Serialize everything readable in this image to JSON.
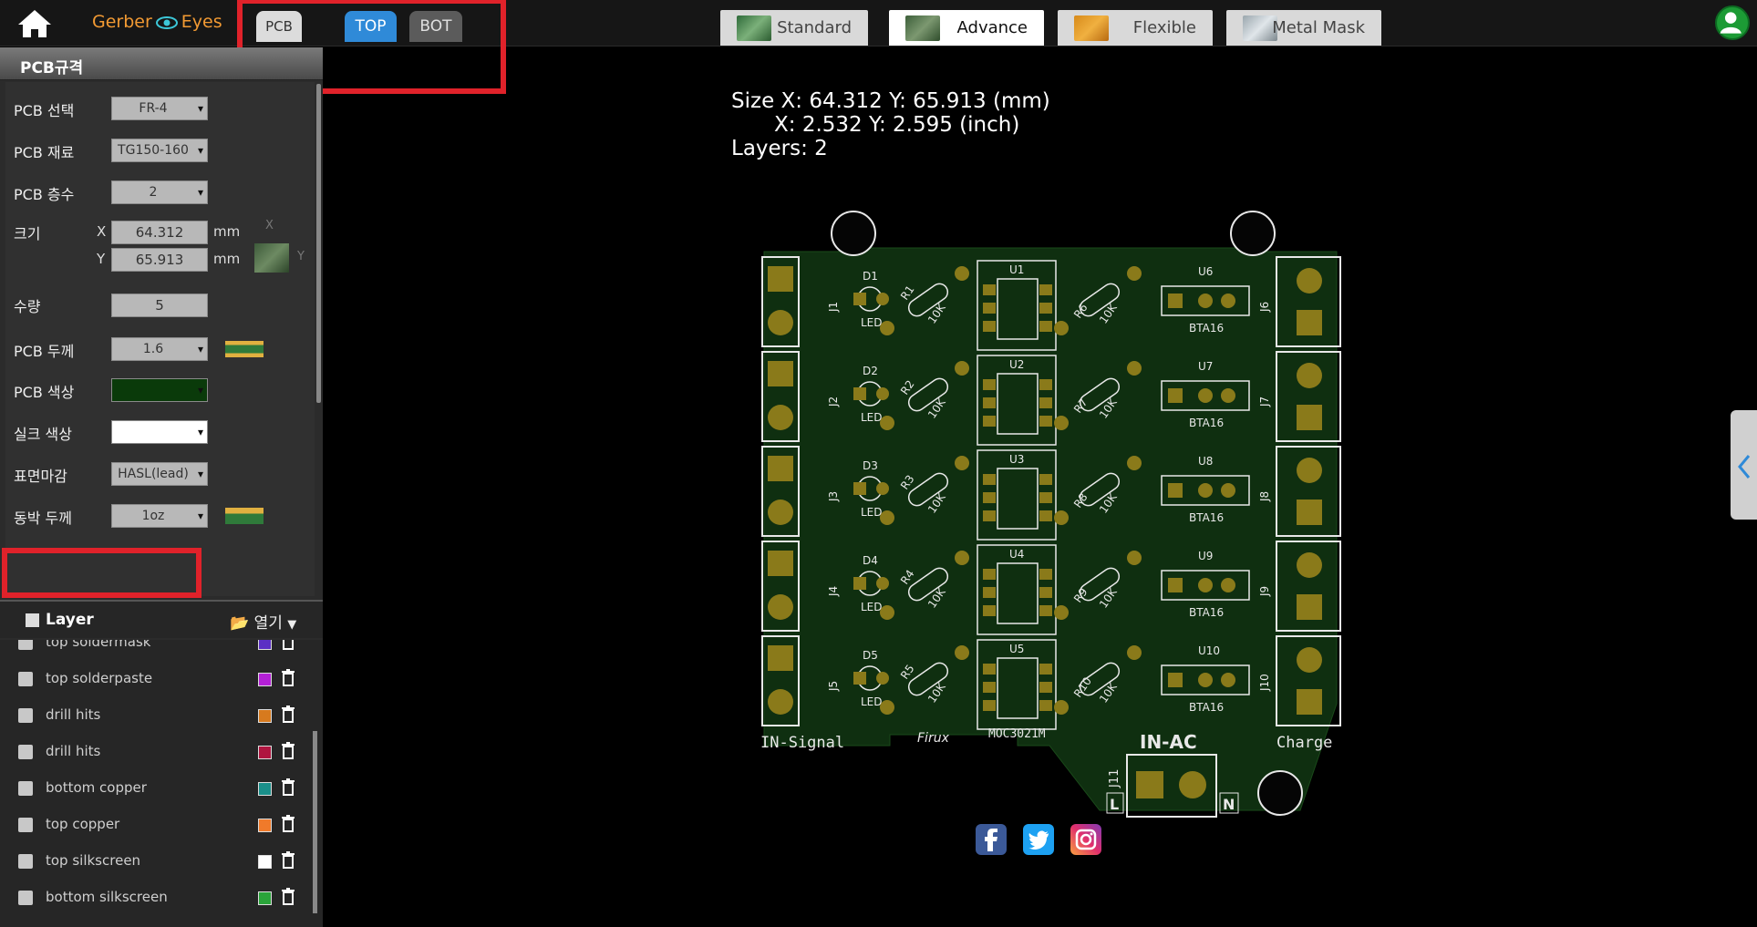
{
  "brand": {
    "text_left": "Gerber",
    "text_right": "Eyes"
  },
  "view_tabs": [
    {
      "label": "PCB"
    },
    {
      "label": "TOP"
    },
    {
      "label": "BOT"
    }
  ],
  "product_tabs": [
    {
      "label": "Standard"
    },
    {
      "label": "Advance"
    },
    {
      "label": "Flexible"
    },
    {
      "label": "Metal Mask"
    }
  ],
  "sidebar": {
    "title": "PCB규격",
    "rows": {
      "pcb_select": {
        "label": "PCB 선택",
        "value": "FR-4"
      },
      "pcb_material": {
        "label": "PCB 재료",
        "value": "TG150-160"
      },
      "pcb_layers": {
        "label": "PCB 층수",
        "value": "2"
      },
      "size": {
        "label": "크기",
        "x_label": "X",
        "y_label": "Y",
        "x_value": "64.312",
        "y_value": "65.913",
        "unit": "mm"
      },
      "quantity": {
        "label": "수량",
        "value": "5"
      },
      "thickness": {
        "label": "PCB 두께",
        "value": "1.6"
      },
      "pcb_color": {
        "label": "PCB 색상",
        "value": ""
      },
      "silk_color": {
        "label": "실크 색상",
        "value": ""
      },
      "surface": {
        "label": "표면마감",
        "value": "HASL(lead)"
      },
      "copper": {
        "label": "동박 두께",
        "value": "1oz"
      }
    },
    "layer_panel": {
      "title": "Layer",
      "open_label": "열기",
      "layers": [
        {
          "name": "top soldermask",
          "color": "#5b2fc4"
        },
        {
          "name": "top solderpaste",
          "color": "#b420d6"
        },
        {
          "name": "drill hits",
          "color": "#d77a1e"
        },
        {
          "name": "drill hits",
          "color": "#b01540"
        },
        {
          "name": "bottom copper",
          "color": "#1a8f8a"
        },
        {
          "name": "top copper",
          "color": "#f07a2a"
        },
        {
          "name": "top silkscreen",
          "color": "#ffffff"
        },
        {
          "name": "bottom silkscreen",
          "color": "#2aa43a"
        }
      ]
    }
  },
  "info": {
    "size_mm": "Size X: 64.312 Y: 65.913 (mm)",
    "size_inch": "X: 2.532 Y: 2.595 (inch)",
    "layers": "Layers: 2"
  },
  "board": {
    "connectors_left": [
      "J1",
      "J2",
      "J3",
      "J4",
      "J5"
    ],
    "connectors_right": [
      "J6",
      "J7",
      "J8",
      "J9",
      "J10"
    ],
    "leds": [
      "D1",
      "D2",
      "D3",
      "D4",
      "D5"
    ],
    "led_label": "LED",
    "resistors_left": [
      "R1",
      "R2",
      "R3",
      "R4",
      "R5"
    ],
    "resistors_right": [
      "R6",
      "R7",
      "R8",
      "R9",
      "R10"
    ],
    "resistor_value": "10K",
    "optos": [
      "U1",
      "U2",
      "U3",
      "U4",
      "U5"
    ],
    "opto_part": "MOC3021M",
    "triacs": [
      "U6",
      "U7",
      "U8",
      "U9",
      "U10"
    ],
    "triac_part": "BTA16",
    "label_in_signal": "IN-Signal",
    "label_charge": "Charge",
    "label_in_ac": "IN-AC",
    "label_j11": "J11",
    "label_l": "L",
    "label_n": "N",
    "label_author": "Firux",
    "colors": {
      "board": "#0f2f10",
      "pad": "#8a7a1a",
      "silk": "#e8e8e8"
    }
  }
}
